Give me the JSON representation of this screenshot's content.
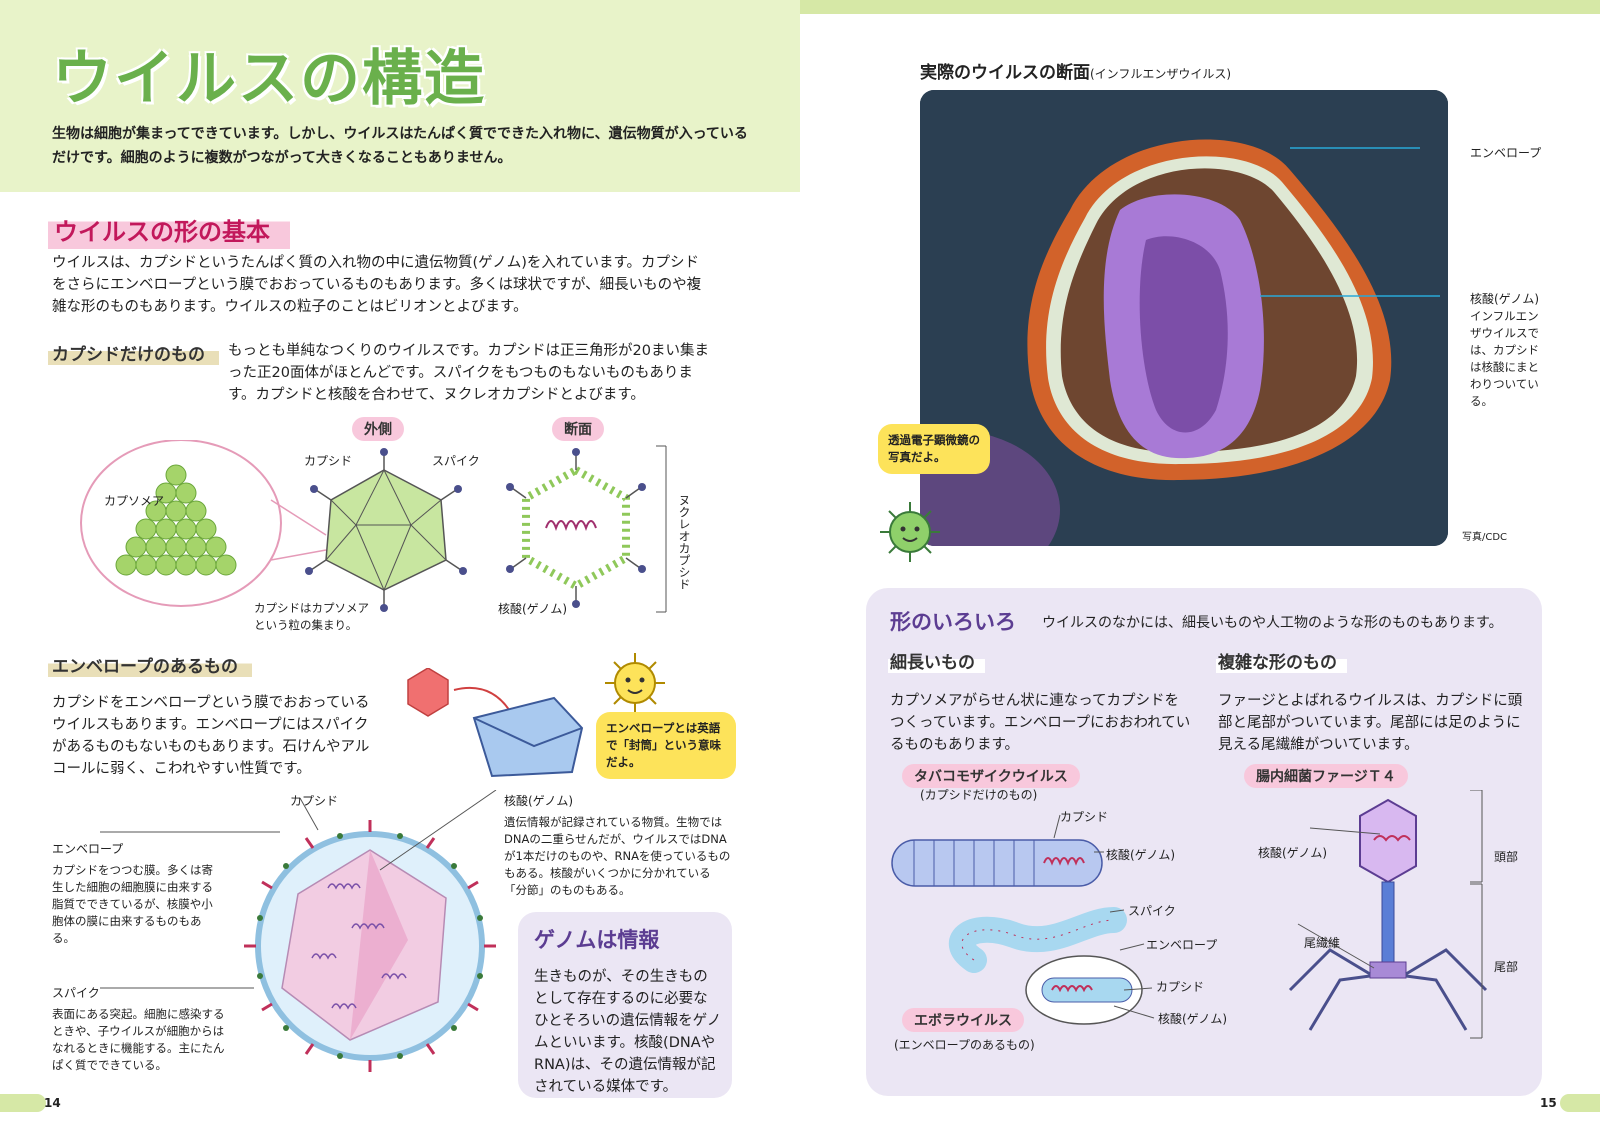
{
  "header": {
    "title": "ウイルスの構造",
    "intro": "生物は細胞が集まってできています。しかし、ウイルスはたんぱく質でできた入れ物に、遺伝物質が入っているだけです。細胞のように複数がつながって大きくなることもありません。"
  },
  "basics": {
    "title": "ウイルスの形の基本",
    "text": "ウイルスは、カプシドというたんぱく質の入れ物の中に遺伝物質(ゲノム)を入れています。カプシドをさらにエンベロープという膜でおおっているものもあります。多くは球状ですが、細長いものや複雑な形のものもあります。ウイルスの粒子のことはビリオンとよびます。"
  },
  "capsid_only": {
    "title": "カプシドだけのもの",
    "text": "もっとも単純なつくりのウイルスです。カプシドは正三角形が20まい集まった正20面体がほとんどです。スパイクをもつものもないものもあります。カプシドと核酸を合わせて、ヌクレオカプシドとよびます。",
    "outer_label": "外側",
    "section_label": "断面",
    "capsomere": "カプソメア",
    "capsid": "カプシド",
    "spike": "スパイク",
    "capsid_note": "カプシドはカプソメアという粒の集まり。",
    "nucleic_acid": "核酸(ゲノム)",
    "nucleocapsid": "ヌクレオカプシド"
  },
  "enveloped": {
    "title": "エンベロープのあるもの",
    "text": "カプシドをエンベロープという膜でおおっているウイルスもあります。エンベロープにはスパイクがあるものもないものもあります。石けんやアルコールに弱く、こわれやすい性質です。",
    "bubble": "エンベロープとは英語で「封筒」という意味だよ。",
    "capsid": "カプシド",
    "envelope": "エンベロープ",
    "envelope_desc": "カプシドをつつむ膜。多くは寄生した細胞の細胞膜に由来する脂質でできているが、核膜や小胞体の膜に由来するものもある。",
    "spike": "スパイク",
    "spike_desc": "表面にある突起。細胞に感染するときや、子ウイルスが細胞からはなれるときに機能する。主にたんぱく質でできている。",
    "genome": "核酸(ゲノム)",
    "genome_desc": "遺伝情報が記録されている物質。生物ではDNAの二重らせんだが、ウイルスではDNAが1本だけのものや、RNAを使っているものもある。核酸がいくつかに分かれている「分節」のものもある。"
  },
  "genome_box": {
    "title": "ゲノムは情報",
    "text": "生きものが、その生きものとして存在するのに必要なひとそろいの遺伝情報をゲノムといいます。核酸(DNAやRNA)は、その遺伝情報が記されている媒体です。"
  },
  "photo": {
    "title": "実際のウイルスの断面",
    "subtitle": "(インフルエンザウイルス)",
    "label_envelope": "エンベロープ",
    "label_genome": "核酸(ゲノム)",
    "label_genome_desc": "インフルエンザウイルスでは、カプシドは核酸にまとわりついている。",
    "bubble": "透過電子顕微鏡の写真だよ。",
    "credit": "写真/CDC"
  },
  "shapes": {
    "title": "形のいろいろ",
    "lead": "ウイルスのなかには、細長いものや人工物のような形のものもあります。",
    "long": {
      "title": "細長いもの",
      "text": "カプソメアがらせん状に連なってカプシドをつくっています。エンベロープにおおわれているものもあります。",
      "tmv": "タバコモザイクウイルス",
      "tmv_note": "(カプシドだけのもの)",
      "capsid": "カプシド",
      "genome": "核酸(ゲノム)",
      "spike": "スパイク",
      "envelope": "エンベロープ",
      "capsid2": "カプシド",
      "genome2": "核酸(ゲノム)",
      "ebola": "エボラウイルス",
      "ebola_note": "(エンベロープのあるもの)"
    },
    "complex": {
      "title": "複雑な形のもの",
      "text": "ファージとよばれるウイルスは、カプシドに頭部と尾部がついています。尾部には足のように見える尾繊維がついています。",
      "phage": "腸内細菌ファージＴ４",
      "genome": "核酸(ゲノム)",
      "head": "頭部",
      "tail": "尾部",
      "tail_fiber": "尾繊維"
    }
  },
  "pages": {
    "left": "14",
    "right": "15"
  },
  "colors": {
    "accent_green": "#6ab04c",
    "pink": "#c2185b",
    "purple": "#5c3d92",
    "header_bg": "#e8f3c9"
  }
}
